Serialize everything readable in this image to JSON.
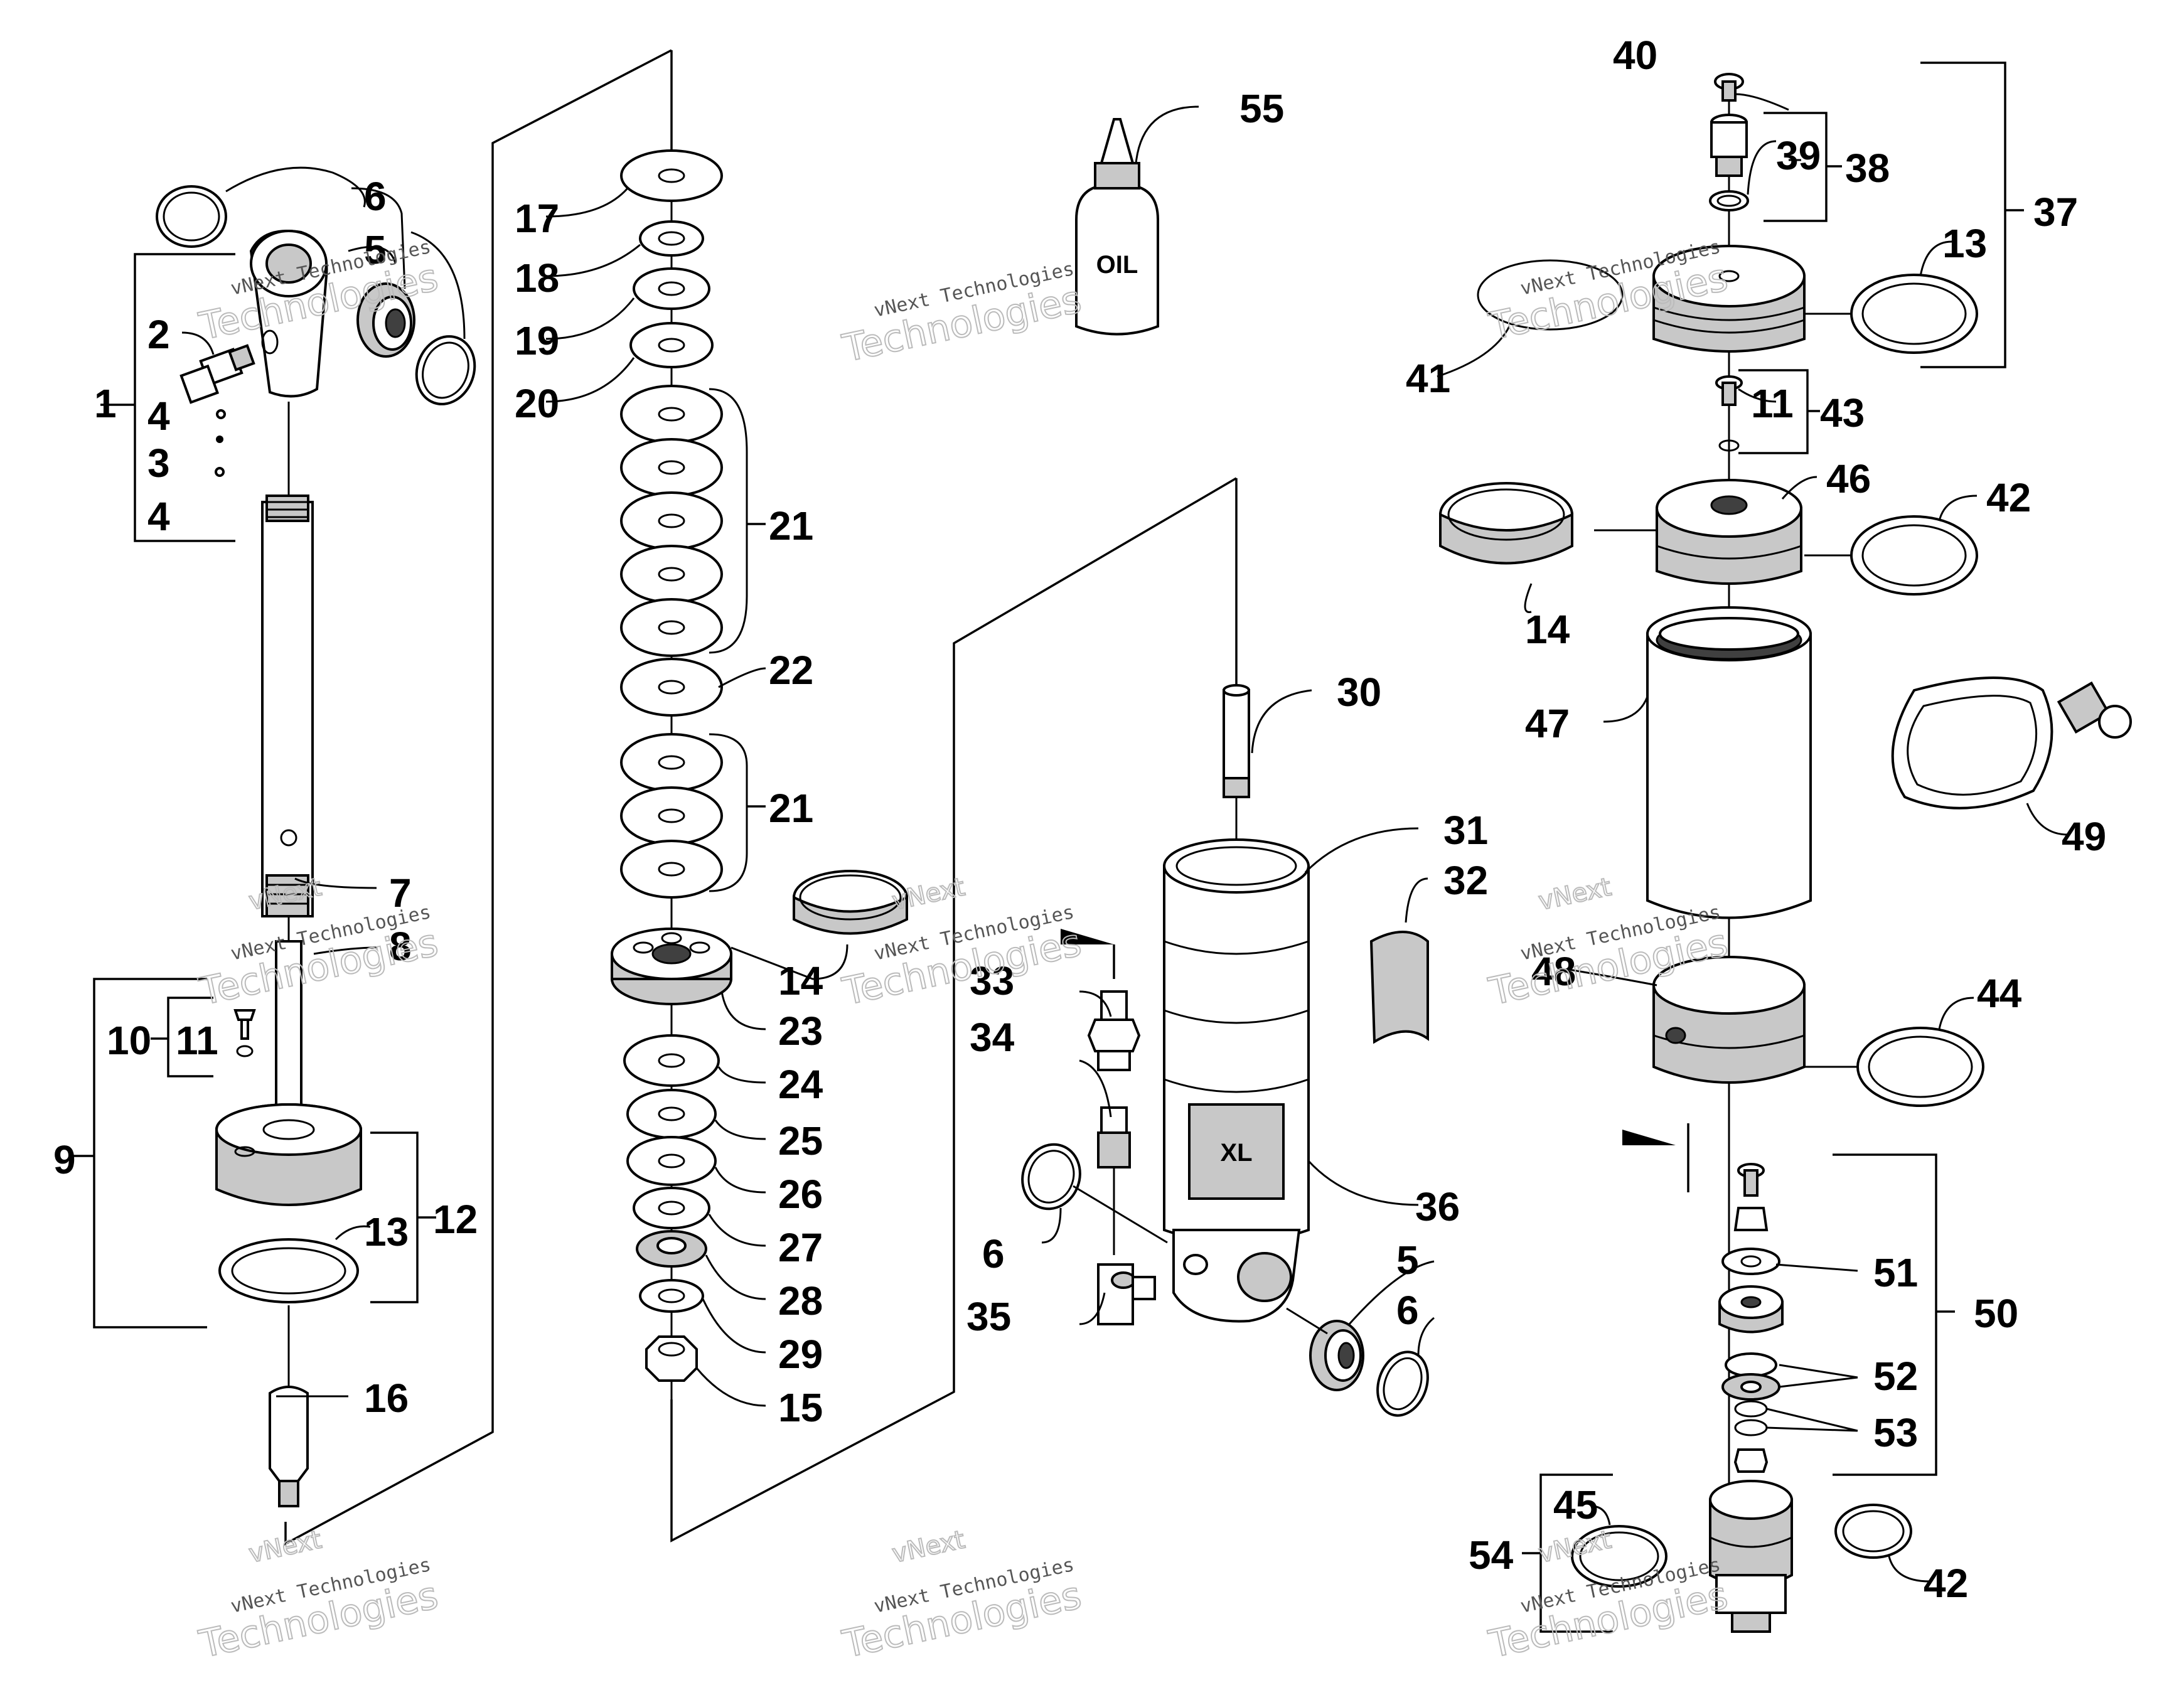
{
  "oil_bottle_label": "OIL",
  "shock_decal_text": "XL",
  "watermark": {
    "line1": "vNext Technologies",
    "line2": "vNext",
    "line3": "Technologies"
  },
  "callouts": {
    "c1": "1",
    "c2": "2",
    "c3": "3",
    "c4a": "4",
    "c4b": "4",
    "c5a": "5",
    "c5b": "5",
    "c6a": "6",
    "c6b": "6",
    "c6c": "6",
    "c7": "7",
    "c8": "8",
    "c9": "9",
    "c10": "10",
    "c11a": "11",
    "c11b": "11",
    "c12": "12",
    "c13a": "13",
    "c13b": "13",
    "c14a": "14",
    "c14b": "14",
    "c15": "15",
    "c16": "16",
    "c17": "17",
    "c18": "18",
    "c19": "19",
    "c20": "20",
    "c21a": "21",
    "c21b": "21",
    "c22": "22",
    "c23": "23",
    "c24": "24",
    "c25": "25",
    "c26": "26",
    "c27": "27",
    "c28": "28",
    "c29": "29",
    "c30": "30",
    "c31": "31",
    "c32": "32",
    "c33": "33",
    "c34": "34",
    "c35": "35",
    "c36": "36",
    "c37": "37",
    "c38": "38",
    "c39": "39",
    "c40": "40",
    "c41": "41",
    "c42a": "42",
    "c42b": "42",
    "c43": "43",
    "c44": "44",
    "c45": "45",
    "c46": "46",
    "c47": "47",
    "c48": "48",
    "c49": "49",
    "c50": "50",
    "c51": "51",
    "c52": "52",
    "c53": "53",
    "c54": "54",
    "c55": "55"
  }
}
